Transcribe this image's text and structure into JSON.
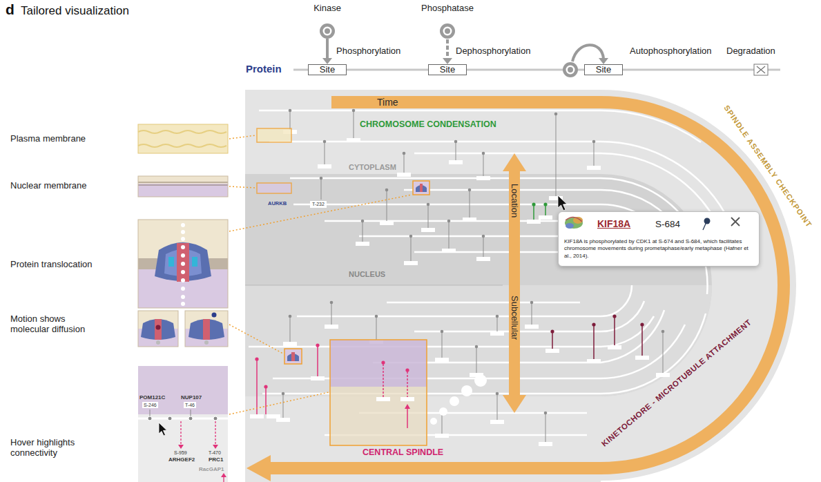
{
  "diagram": {
    "title": "Tailored visualization",
    "nodes": [
      {
        "text": [
          "Site"
        ]
      },
      {
        "text": [
          "Site"
        ]
      },
      {
        "text": [
          "Site"
        ]
      },
      {
        "text": [
          "KIF18A",
          "S-684",
          "KIF18A is phosphorylated by CDK1 at S-674 and S-684, which facilitates chromosome movements during prometaphase/early metaphase (Hafner et al., 2014)."
        ]
      }
    ],
    "labels": [
      "d",
      "Protein",
      "Plasma membrane",
      "Nuclear membrane",
      "Protein translocation",
      "Motion shows molecular diffusion",
      "Hover highlights connectivity",
      "Time",
      "CHROMOSOME CONDENSATION",
      "CYTOPLASM",
      "AURKB",
      "T-232",
      "NUCLEUS",
      "Location",
      "Subcellular",
      "SPINDLE ASSEMBLY CHECKPOINT",
      "KINETOCHORE - MICROTUBULE ATTACHMENT",
      "CENTRAL SPINDLE",
      "POM121C",
      "S-246",
      "NUP107",
      "T-46",
      "S-959",
      "ARHGEF2",
      "T-470",
      "PRC1",
      "RacGAP1"
    ],
    "legend": [
      {
        "text": "Kinase"
      },
      {
        "text": "Phosphatase"
      },
      {
        "text": "Phosphorylation"
      },
      {
        "text": "Dephosphorylation"
      },
      {
        "text": "Autophosphorylation"
      },
      {
        "text": "Degradation"
      }
    ]
  }
}
